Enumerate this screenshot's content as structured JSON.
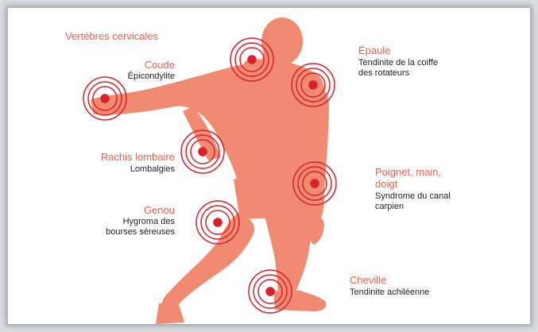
{
  "colors": {
    "body": "#f08a70",
    "target_ring": "#d9202b",
    "label_title": "#e8614d",
    "label_text": "#222222"
  },
  "regions": {
    "cervical": {
      "title": "Vertèbres cervicales"
    },
    "elbow": {
      "title": "Coude",
      "condition": "Épicondylite"
    },
    "shoulder": {
      "title": "Épaule",
      "condition_line1": "Tendinite de la coiffe",
      "condition_line2": "des rotateurs"
    },
    "lumbar": {
      "title": "Rachis lombaire",
      "condition": "Lombalgies"
    },
    "wrist": {
      "title_line1": "Poignet, main,",
      "title_line2": "doigt",
      "condition_line1": "Syndrome du canal",
      "condition_line2": "carpien"
    },
    "knee": {
      "title": "Genou",
      "condition_line1": "Hygroma des",
      "condition_line2": "bourses séreuses"
    },
    "ankle": {
      "title": "Cheville",
      "condition": "Tendinite achiléenne"
    }
  }
}
